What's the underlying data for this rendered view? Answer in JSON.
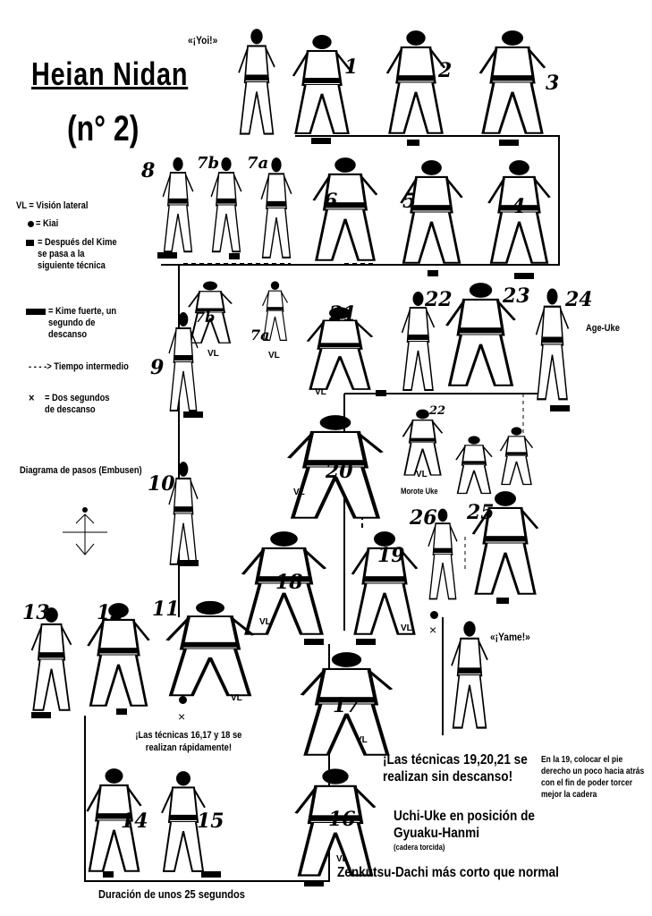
{
  "header": {
    "title": "Heian Nidan",
    "subtitle": "(n° 2)",
    "yoi": "«¡Yoi!»",
    "yame": "«¡Yame!»"
  },
  "legend": {
    "vl": "VL  =  Visión lateral",
    "kiai": "= Kiai",
    "small_block": "= Después del Kime se pasa a la siguiente técnica",
    "big_block": "= Kime fuerte, un segundo de descanso",
    "dashed": "- - - -> Tiempo intermedio",
    "cross": "= Dos segundos de descanso",
    "cross_symbol": "×",
    "embusen": "Diagrama de pasos (Embusen)"
  },
  "steps": [
    "1",
    "2",
    "3",
    "8",
    "7b",
    "7a",
    "6",
    "5",
    "4",
    "7b",
    "7a",
    "9",
    "21",
    "22",
    "23",
    "24",
    "20",
    "22",
    "10",
    "26",
    "25",
    "18",
    "19",
    "13",
    "12",
    "11",
    "17",
    "14",
    "15",
    "16"
  ],
  "vl": "VL",
  "cross": "×",
  "notes": {
    "age_uke": "Age-Uke",
    "morote_uke": "Morote Uke",
    "fast": "¡Las técnicas 16,17 y 18 se realizan rápidamente!",
    "no_rest": "¡Las técnicas 19,20,21 se realizan sin descanso!",
    "step19": "En la 19, colocar el pie derecho un poco hacia atrás con el fin de poder torcer mejor la cadera",
    "uchi_uke": "Uchi-Uke en posición de Gyuaku-Hanmi",
    "cadera": "(cadera torcida)",
    "zenkutsu": "Zenkutsu-Dachi más corto que normal",
    "duration": "Duración de unos 25 segundos"
  }
}
